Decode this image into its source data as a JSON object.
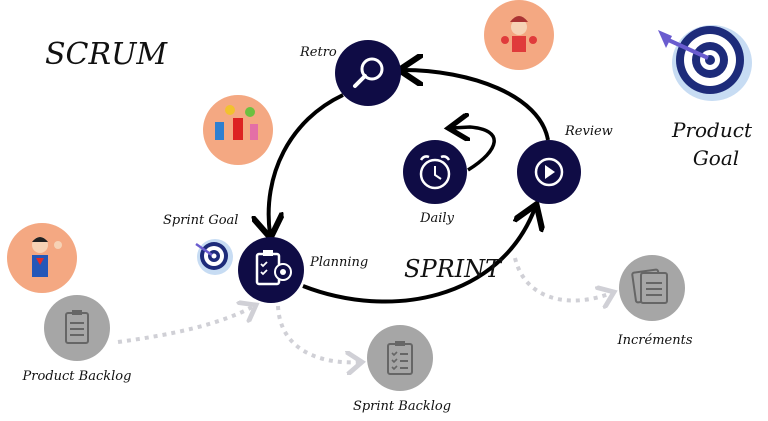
{
  "title": "SCRUM",
  "sprint_label": "SPRINT",
  "nodes": {
    "retro": "Retro",
    "daily": "Daily",
    "review": "Review",
    "planning": "Planning",
    "sprint_goal": "Sprint Goal",
    "product_backlog": "Product Backlog",
    "sprint_backlog": "Sprint Backlog",
    "increments": "Incréments",
    "product_goal_line1": "Product",
    "product_goal_line2": "Goal"
  },
  "colors": {
    "node": "#0f0c45",
    "artifact": "#a6a6a6",
    "avatar": "#f4a882",
    "dotted": "#d0d0d6"
  }
}
